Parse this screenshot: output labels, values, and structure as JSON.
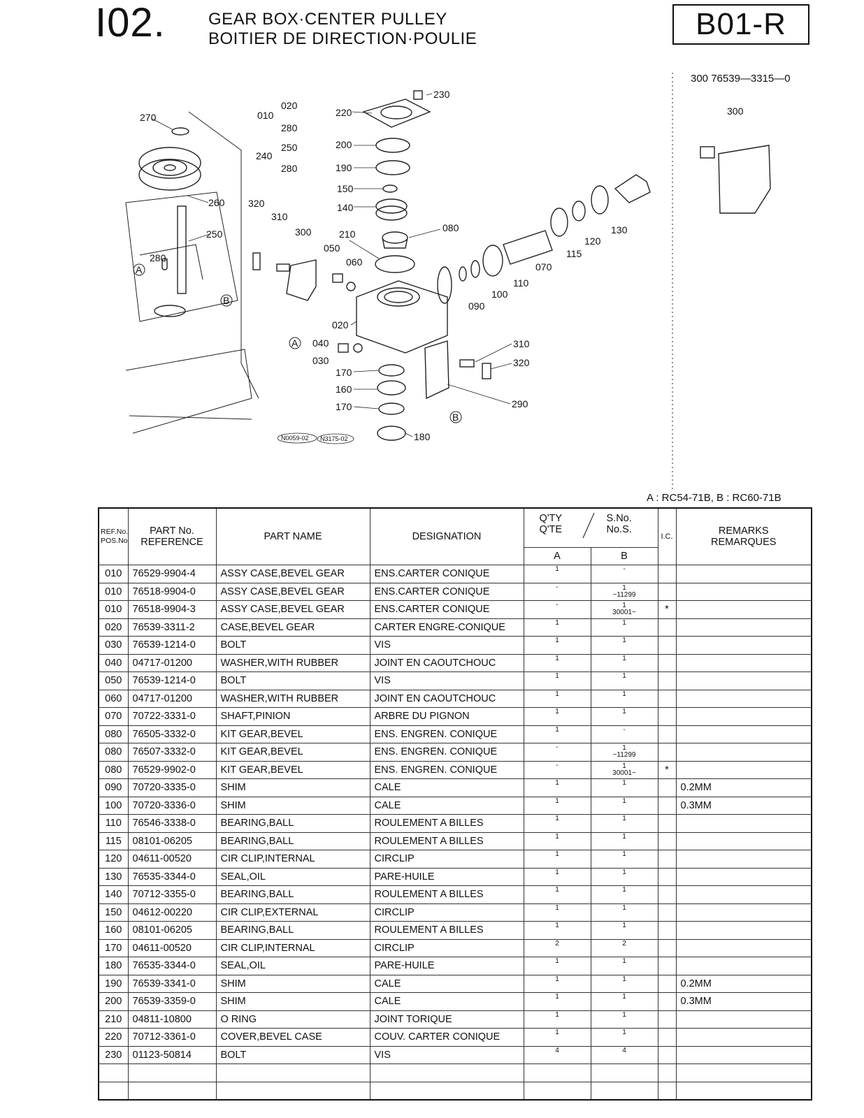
{
  "header": {
    "section_no": "I02.",
    "title_en": "GEAR BOX·CENTER PULLEY",
    "title_fr": "BOITIER DE DIRECTION·POULIE",
    "page_code": "B01-R"
  },
  "diagram": {
    "inset_code": "300  76539—3315—0",
    "inset_label": "300",
    "models_note": "A : RC54-71B,  B : RC60-71B",
    "callouts": [
      "270",
      "260",
      "250",
      "280",
      "320",
      "310",
      "300",
      "010",
      "020",
      "280",
      "240",
      "250",
      "280",
      "220",
      "230",
      "200",
      "190",
      "150",
      "140",
      "210",
      "050",
      "060",
      "080",
      "090",
      "100",
      "110",
      "070",
      "115",
      "120",
      "130",
      "020",
      "040",
      "030",
      "170",
      "160",
      "170",
      "180",
      "310",
      "320",
      "290"
    ],
    "ref_markers": [
      "A",
      "B",
      "A",
      "B"
    ],
    "drawing_codes": [
      "N0059-02",
      "N3175-02"
    ]
  },
  "table": {
    "headers": {
      "ref": [
        "REF.No.",
        "POS.No."
      ],
      "part_no": [
        "PART No.",
        "REFERENCE"
      ],
      "part_name": "PART NAME",
      "designation": "DESIGNATION",
      "qty": [
        "Q'TY",
        "Q'TE"
      ],
      "sno": [
        "S.No.",
        "No.S."
      ],
      "col_a": "A",
      "col_b": "B",
      "ic": "I.C.",
      "remarks": [
        "REMARKS",
        "REMARQUES"
      ]
    },
    "rows": [
      {
        "ref": "010",
        "part": "76529-9904-4",
        "name": "ASSY CASE,BEVEL GEAR",
        "desig": "ENS.CARTER CONIQUE",
        "a": "1",
        "b": "-",
        "ic": "",
        "rem": ""
      },
      {
        "ref": "010",
        "part": "76518-9904-0",
        "name": "ASSY CASE,BEVEL GEAR",
        "desig": "ENS.CARTER CONIQUE",
        "a": "-",
        "b": "1",
        "b2": "~11299",
        "ic": "",
        "rem": ""
      },
      {
        "ref": "010",
        "part": "76518-9904-3",
        "name": "ASSY CASE,BEVEL GEAR",
        "desig": "ENS.CARTER CONIQUE",
        "a": "-",
        "b": "1",
        "b2": "30001~",
        "ic": "*",
        "rem": ""
      },
      {
        "ref": "020",
        "part": "76539-3311-2",
        "name": "CASE,BEVEL GEAR",
        "desig": "CARTER ENGRE-CONIQUE",
        "a": "1",
        "b": "1",
        "ic": "",
        "rem": ""
      },
      {
        "ref": "030",
        "part": "76539-1214-0",
        "name": "BOLT",
        "desig": "VIS",
        "a": "1",
        "b": "1",
        "ic": "",
        "rem": ""
      },
      {
        "ref": "040",
        "part": "04717-01200",
        "name": "WASHER,WITH RUBBER",
        "desig": "JOINT EN CAOUTCHOUC",
        "a": "1",
        "b": "1",
        "ic": "",
        "rem": ""
      },
      {
        "ref": "050",
        "part": "76539-1214-0",
        "name": "BOLT",
        "desig": "VIS",
        "a": "1",
        "b": "1",
        "ic": "",
        "rem": ""
      },
      {
        "ref": "060",
        "part": "04717-01200",
        "name": "WASHER,WITH RUBBER",
        "desig": "JOINT EN CAOUTCHOUC",
        "a": "1",
        "b": "1",
        "ic": "",
        "rem": ""
      },
      {
        "ref": "070",
        "part": "70722-3331-0",
        "name": "SHAFT,PINION",
        "desig": "ARBRE DU PIGNON",
        "a": "1",
        "b": "1",
        "ic": "",
        "rem": ""
      },
      {
        "ref": "080",
        "part": "76505-3332-0",
        "name": "KIT GEAR,BEVEL",
        "desig": "ENS. ENGREN. CONIQUE",
        "a": "1",
        "b": "-",
        "ic": "",
        "rem": ""
      },
      {
        "ref": "080",
        "part": "76507-3332-0",
        "name": "KIT GEAR,BEVEL",
        "desig": "ENS. ENGREN. CONIQUE",
        "a": "-",
        "b": "1",
        "b2": "~11299",
        "ic": "",
        "rem": ""
      },
      {
        "ref": "080",
        "part": "76529-9902-0",
        "name": "KIT GEAR,BEVEL",
        "desig": "ENS. ENGREN. CONIQUE",
        "a": "-",
        "b": "1",
        "b2": "30001~",
        "ic": "*",
        "rem": ""
      },
      {
        "ref": "090",
        "part": "70720-3335-0",
        "name": "SHIM",
        "desig": "CALE",
        "a": "1",
        "b": "1",
        "ic": "",
        "rem": "0.2MM"
      },
      {
        "ref": "100",
        "part": "70720-3336-0",
        "name": "SHIM",
        "desig": "CALE",
        "a": "1",
        "b": "1",
        "ic": "",
        "rem": "0.3MM"
      },
      {
        "ref": "110",
        "part": "76546-3338-0",
        "name": "BEARING,BALL",
        "desig": "ROULEMENT A BILLES",
        "a": "1",
        "b": "1",
        "ic": "",
        "rem": ""
      },
      {
        "ref": "115",
        "part": "08101-06205",
        "name": "BEARING,BALL",
        "desig": "ROULEMENT A BILLES",
        "a": "1",
        "b": "1",
        "ic": "",
        "rem": ""
      },
      {
        "ref": "120",
        "part": "04611-00520",
        "name": "CIR CLIP,INTERNAL",
        "desig": "CIRCLIP",
        "a": "1",
        "b": "1",
        "ic": "",
        "rem": ""
      },
      {
        "ref": "130",
        "part": "76535-3344-0",
        "name": "SEAL,OIL",
        "desig": "PARE-HUILE",
        "a": "1",
        "b": "1",
        "ic": "",
        "rem": ""
      },
      {
        "ref": "140",
        "part": "70712-3355-0",
        "name": "BEARING,BALL",
        "desig": "ROULEMENT A BILLES",
        "a": "1",
        "b": "1",
        "ic": "",
        "rem": ""
      },
      {
        "ref": "150",
        "part": "04612-00220",
        "name": "CIR CLIP,EXTERNAL",
        "desig": "CIRCLIP",
        "a": "1",
        "b": "1",
        "ic": "",
        "rem": ""
      },
      {
        "ref": "160",
        "part": "08101-06205",
        "name": "BEARING,BALL",
        "desig": "ROULEMENT A BILLES",
        "a": "1",
        "b": "1",
        "ic": "",
        "rem": ""
      },
      {
        "ref": "170",
        "part": "04611-00520",
        "name": "CIR CLIP,INTERNAL",
        "desig": "CIRCLIP",
        "a": "2",
        "b": "2",
        "ic": "",
        "rem": ""
      },
      {
        "ref": "180",
        "part": "76535-3344-0",
        "name": "SEAL,OIL",
        "desig": "PARE-HUILE",
        "a": "1",
        "b": "1",
        "ic": "",
        "rem": ""
      },
      {
        "ref": "190",
        "part": "76539-3341-0",
        "name": "SHIM",
        "desig": "CALE",
        "a": "1",
        "b": "1",
        "ic": "",
        "rem": "0.2MM"
      },
      {
        "ref": "200",
        "part": "76539-3359-0",
        "name": "SHIM",
        "desig": "CALE",
        "a": "1",
        "b": "1",
        "ic": "",
        "rem": "0.3MM"
      },
      {
        "ref": "210",
        "part": "04811-10800",
        "name": "O RING",
        "desig": "JOINT TORIQUE",
        "a": "1",
        "b": "1",
        "ic": "",
        "rem": ""
      },
      {
        "ref": "220",
        "part": "70712-3361-0",
        "name": "COVER,BEVEL CASE",
        "desig": "COUV. CARTER CONIQUE",
        "a": "1",
        "b": "1",
        "ic": "",
        "rem": ""
      },
      {
        "ref": "230",
        "part": "01123-50814",
        "name": "BOLT",
        "desig": "VIS",
        "a": "4",
        "b": "4",
        "ic": "",
        "rem": ""
      }
    ]
  }
}
